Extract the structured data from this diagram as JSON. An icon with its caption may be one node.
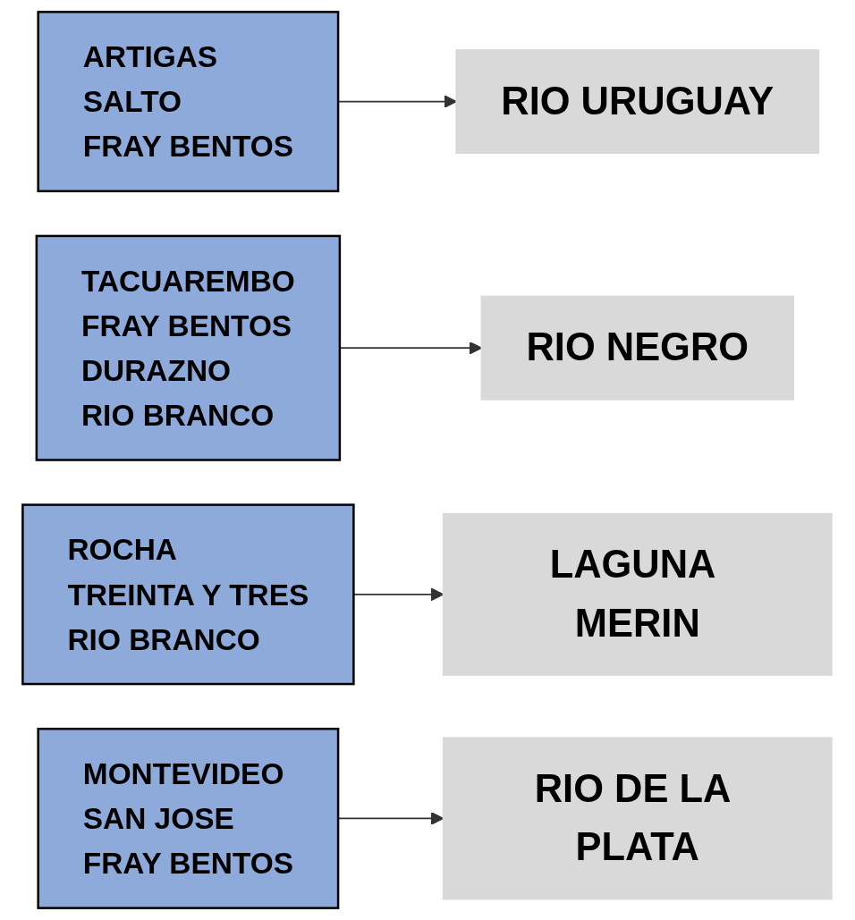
{
  "diagram": {
    "nodes": [
      {
        "text": [
          "ARTIGAS",
          "SALTO",
          "FRAY BENTOS"
        ]
      },
      {
        "text": [
          "RIO URUGUAY"
        ]
      },
      {
        "text": [
          "TACUAREMBO",
          "FRAY BENTOS",
          "DURAZNO",
          "RIO BRANCO"
        ]
      },
      {
        "text": [
          "RIO NEGRO"
        ]
      },
      {
        "text": [
          "ROCHA",
          "TREINTA Y TRES",
          "RIO BRANCO"
        ]
      },
      {
        "text": [
          "LAGUNA MERIN"
        ]
      },
      {
        "text": [
          "MONTEVIDEO",
          "SAN JOSE",
          "FRAY BENTOS"
        ]
      },
      {
        "text": [
          "RIO DE LA PLATA"
        ]
      }
    ],
    "edges": [
      {
        "from": 0,
        "to": 1,
        "arrow": "to"
      },
      {
        "from": 2,
        "to": 3,
        "arrow": "to"
      },
      {
        "from": 4,
        "to": 5,
        "arrow": "to"
      },
      {
        "from": 6,
        "to": 7,
        "arrow": "to"
      }
    ]
  }
}
